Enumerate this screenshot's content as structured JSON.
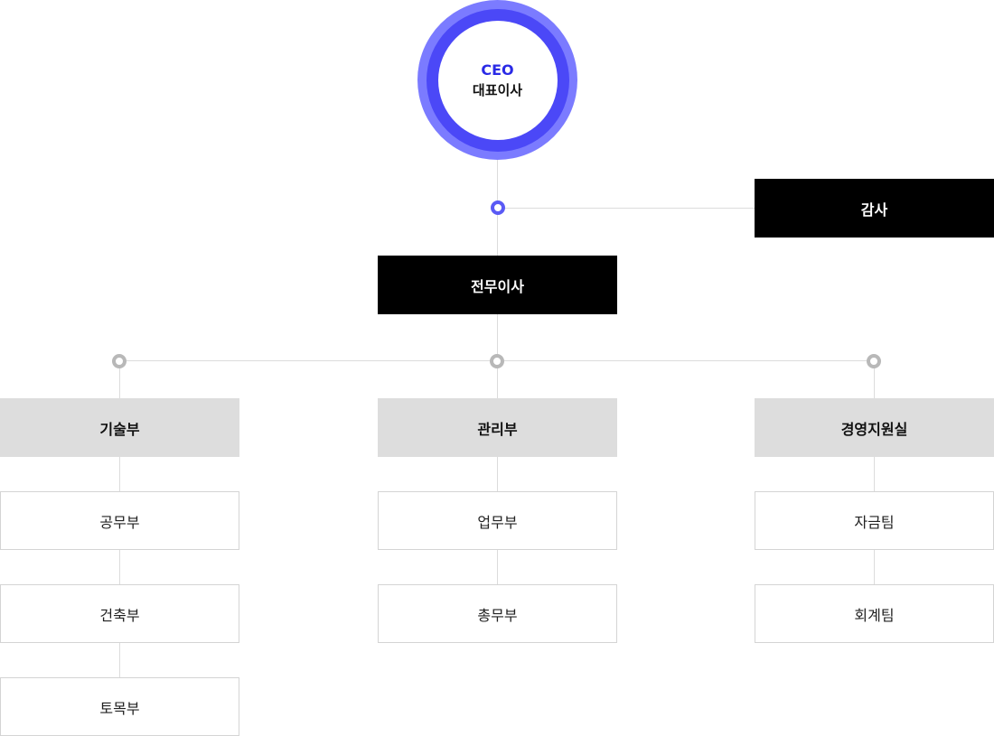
{
  "ceo": {
    "title_en": "CEO",
    "title_ko": "대표이사"
  },
  "audit": {
    "label": "감사"
  },
  "executive": {
    "label": "전무이사"
  },
  "departments": [
    {
      "label": "기술부",
      "teams": [
        "공무부",
        "건축부",
        "토목부"
      ]
    },
    {
      "label": "관리부",
      "teams": [
        "업무부",
        "총무부"
      ]
    },
    {
      "label": "경영지원실",
      "teams": [
        "자금팀",
        "회계팀"
      ]
    }
  ],
  "colors": {
    "ceo_ring_outer": "#7b7bff",
    "ceo_ring_inner": "#4b48f7",
    "ceo_text_en": "#2a2ae6",
    "executive_box": "#000000",
    "department_box": "#dddddd",
    "connector_line": "#dcdcdc",
    "node_dot_blue": "#5a5af5",
    "node_dot_gray": "#b8b8b8"
  }
}
